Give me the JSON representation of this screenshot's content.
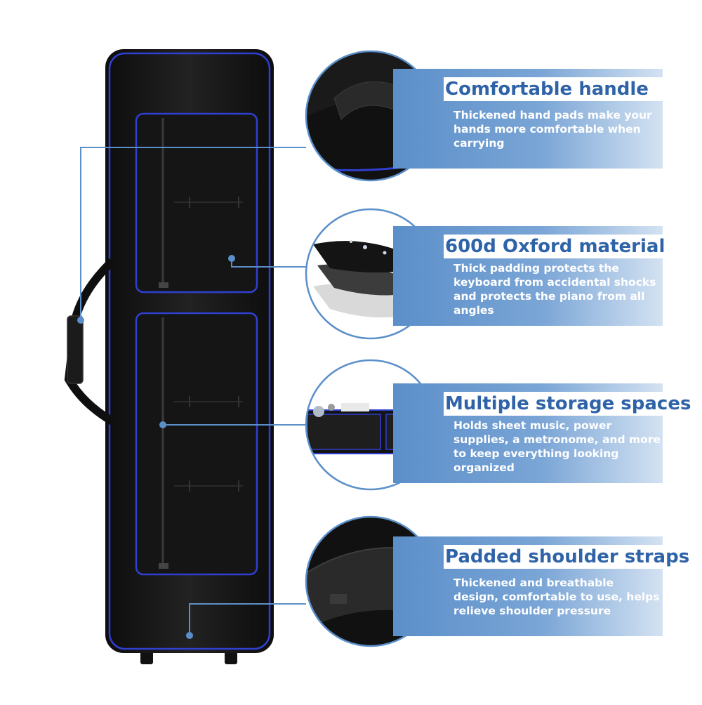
{
  "features": [
    {
      "title": "Comfortable handle",
      "description": "Thickened hand pads make your hands more comfortable when carrying",
      "image_icon": "handle-closeup-icon"
    },
    {
      "title": "600d Oxford material",
      "description": "Thick padding protects the keyboard from accidental shocks and protects the piano from all angles",
      "image_icon": "fabric-layers-icon"
    },
    {
      "title": "Multiple storage spaces",
      "description": "Holds sheet music, power supplies, a metronome, and more to keep everything looking organized",
      "image_icon": "storage-pockets-icon"
    },
    {
      "title": "Padded shoulder straps",
      "description": "Thickened and breathable design, comfortable to use, helps relieve shoulder pressure",
      "image_icon": "shoulder-strap-icon"
    }
  ],
  "colors": {
    "bag_body": "#1a1a1a",
    "trim_blue": "#2f3fd0",
    "accent_blue": "#2f63a8",
    "panel_blue": "#6a9bd0",
    "connector_line": "#5b8fc9"
  }
}
